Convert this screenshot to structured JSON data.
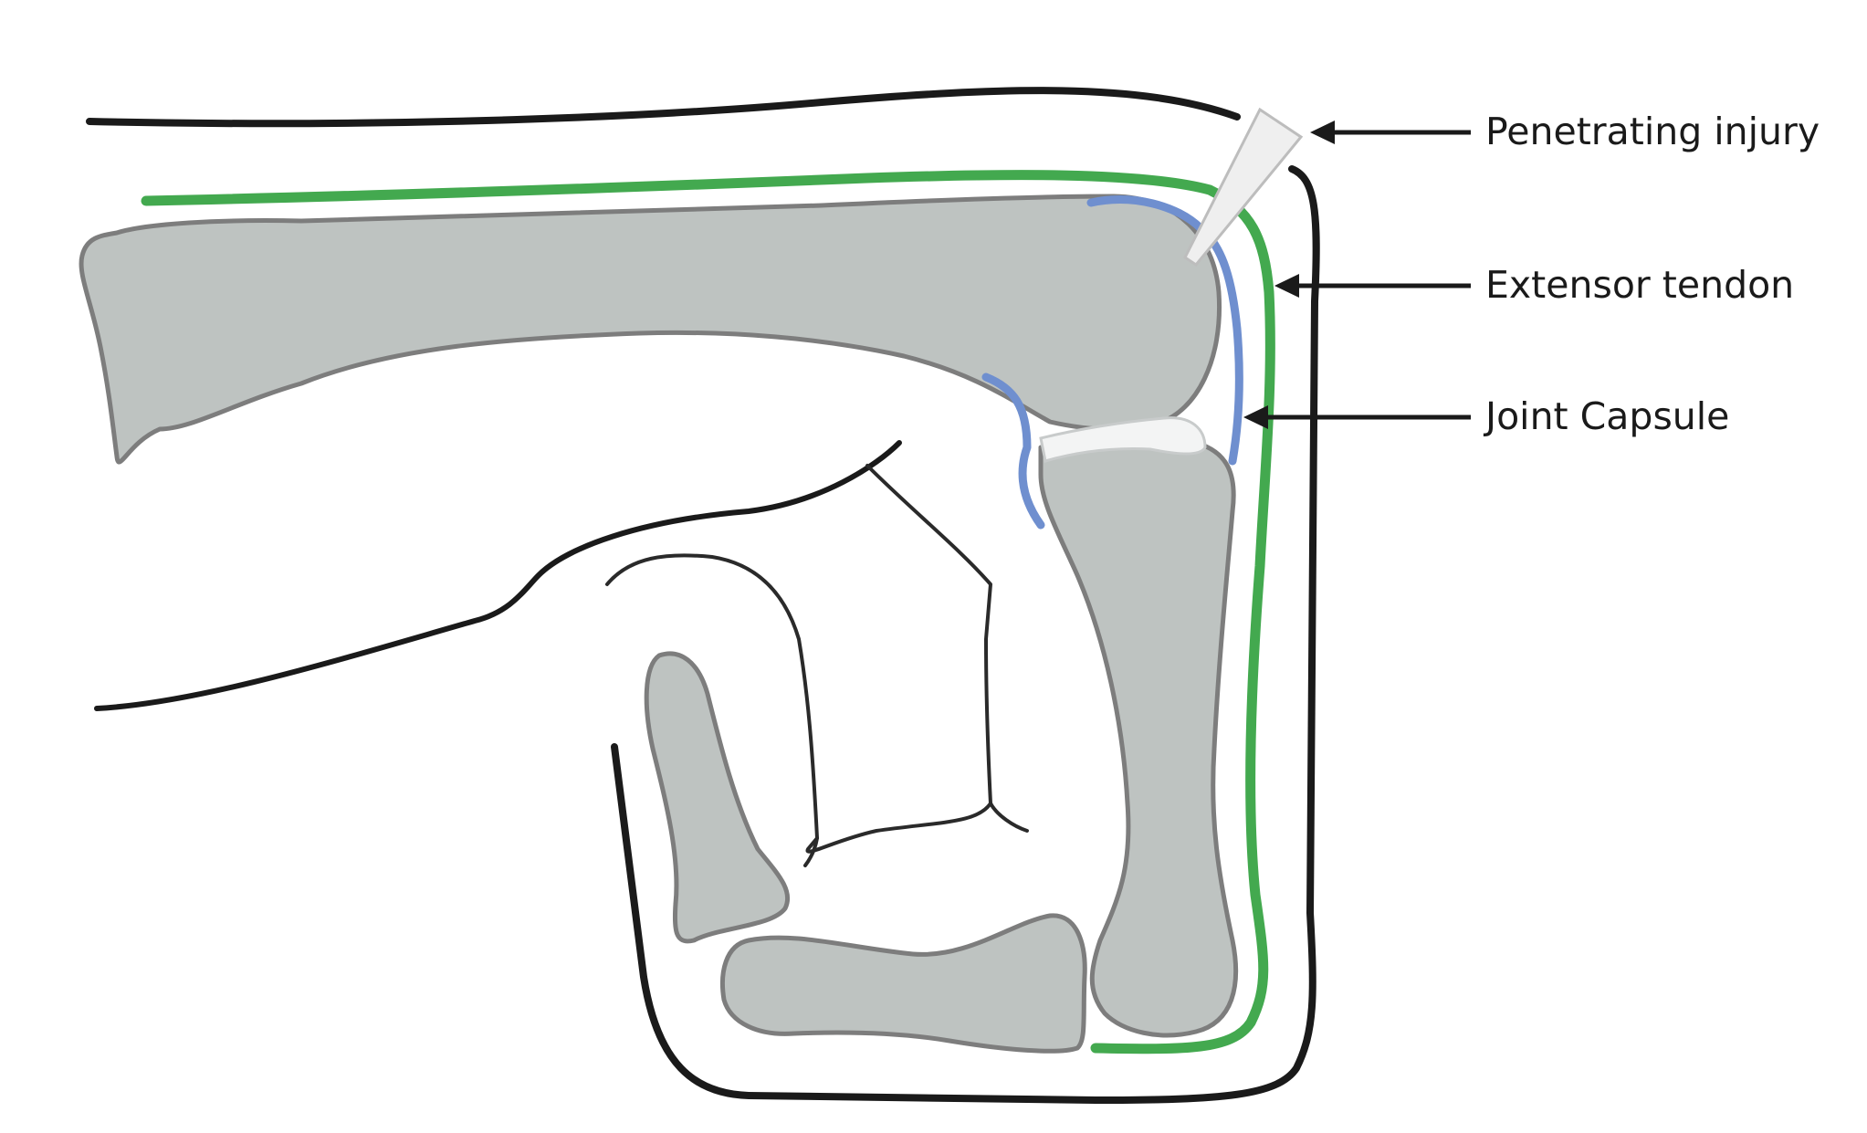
{
  "colors": {
    "skin_outline": "#1a1a1a",
    "bone_fill": "#bec3c1",
    "bone_stroke": "#7d7d7d",
    "extensor_tendon": "#43a94f",
    "joint_capsule": "#6f8fcf",
    "cartilage": "#f3f4f4",
    "injury_object": "#efefef"
  },
  "labels": {
    "penetrating_injury": "Penetrating injury",
    "extensor_tendon": "Extensor tendon",
    "joint_capsule": "Joint Capsule"
  }
}
